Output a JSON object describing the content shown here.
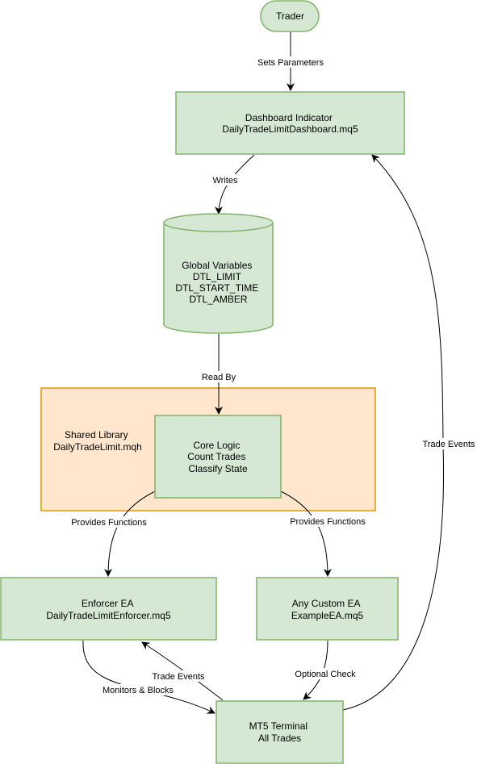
{
  "nodes": {
    "trader": {
      "lines": [
        "Trader"
      ]
    },
    "dashboard": {
      "lines": [
        "Dashboard Indicator",
        "DailyTradeLimitDashboard.mq5"
      ]
    },
    "globals": {
      "lines": [
        "Global Variables",
        "DTL_LIMIT",
        "DTL_START_TIME",
        "DTL_AMBER"
      ]
    },
    "library": {
      "lines": [
        "Shared Library",
        "DailyTradeLimit.mqh"
      ]
    },
    "core": {
      "lines": [
        "Core Logic",
        "Count Trades",
        "Classify State"
      ]
    },
    "enforcer": {
      "lines": [
        "Enforcer EA",
        "DailyTradeLimitEnforcer.mq5"
      ]
    },
    "custom": {
      "lines": [
        "Any Custom EA",
        "ExampleEA.mq5"
      ]
    },
    "terminal": {
      "lines": [
        "MT5 Terminal",
        "All Trades"
      ]
    }
  },
  "edges": {
    "sets_parameters": "Sets Parameters",
    "writes": "Writes",
    "read_by": "Read By",
    "provides_left": "Provides Functions",
    "provides_right": "Provides Functions",
    "monitors_blocks": "Monitors & Blocks",
    "trade_events_left": "Trade Events",
    "optional_check": "Optional Check",
    "trade_events_right": "Trade Events"
  },
  "colors": {
    "node_fill": "#d5e8d4",
    "node_stroke": "#82b366",
    "container_fill": "#ffe6cc",
    "container_stroke": "#d79b00",
    "edge": "#000000"
  }
}
